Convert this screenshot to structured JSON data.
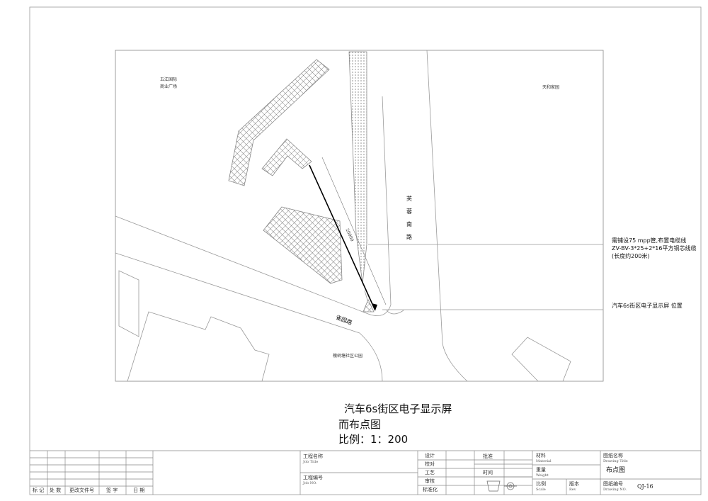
{
  "map": {
    "places": {
      "wujiang_line1": "五江国际",
      "wujiang_line2": "商业广场",
      "tianhe": "天和家园",
      "furong_road": [
        "芙",
        "蓉",
        "南",
        "路"
      ],
      "queyuan_road": "雀园路",
      "park": "槐树塘社区公园"
    },
    "dimension": "20000",
    "annotations": {
      "pipe_line1": "需铺设75 mpp管,布置电缆线",
      "pipe_line2": "ZV-BV-3*25+2*16平方铜芯线缆",
      "pipe_line3": "(长度约200米)",
      "screen": "汽车6s街区电子显示屏  位置"
    }
  },
  "caption": {
    "line1": "汽车6s街区电子显示屏",
    "line2": "而布点图",
    "line3": "比例：1：200"
  },
  "title_block": {
    "revision_headers": [
      "标 记",
      "处 数",
      "更改文件号",
      "签 字",
      "日 期"
    ],
    "job_title_cn": "工程名称",
    "job_title_en": "Job Title",
    "job_no_cn": "工程编号",
    "job_no_en": "Job NO.",
    "roles": [
      "设计",
      "校对",
      "工艺",
      "审核",
      "标准化"
    ],
    "approve": "批准",
    "time": "时间",
    "material_cn": "材料",
    "material_en": "Material",
    "weight_cn": "重量",
    "weight_en": "Weight",
    "scale_cn": "比例",
    "scale_en": "Scale",
    "edition_cn": "版本",
    "edition_en": "Rev",
    "drawing_title_cn": "图纸名称",
    "drawing_title_en": "Drawing Title",
    "drawing_title_value": "布点图",
    "drawing_no_cn": "图纸编号",
    "drawing_no_en": "Drawing NO.",
    "drawing_no_value": "QJ-16"
  }
}
